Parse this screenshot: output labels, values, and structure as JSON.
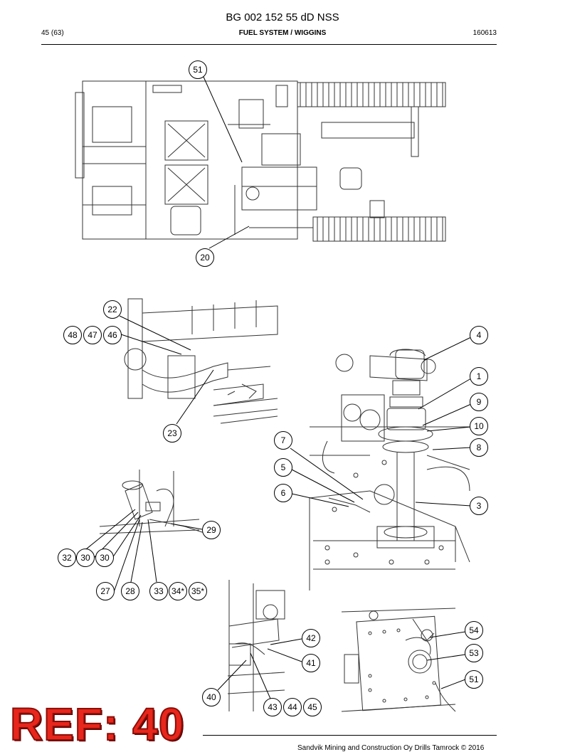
{
  "header": {
    "doc_title": "BG 002 152 55 dD NSS",
    "page": "45 (63)",
    "section": "FUEL SYSTEM / WIGGINS",
    "date": "160613"
  },
  "callouts": {
    "c51a": "51",
    "c20": "20",
    "c22": "22",
    "c48": "48",
    "c47": "47",
    "c46": "46",
    "c23": "23",
    "c4": "4",
    "c1": "1",
    "c9": "9",
    "c10": "10",
    "c8": "8",
    "c7": "7",
    "c5": "5",
    "c6": "6",
    "c3": "3",
    "c29": "29",
    "c32": "32",
    "c30a": "30",
    "c30b": "30",
    "c27": "27",
    "c28": "28",
    "c33": "33",
    "c34": "34*",
    "c35": "35*",
    "c42": "42",
    "c41": "41",
    "c40": "40",
    "c43": "43",
    "c44": "44",
    "c45": "45",
    "c54": "54",
    "c53": "53",
    "c51b": "51"
  },
  "stamp": "REF: 40",
  "footer": {
    "copyright": "Sandvik Mining and Construction Oy Drills Tamrock © 2016"
  }
}
